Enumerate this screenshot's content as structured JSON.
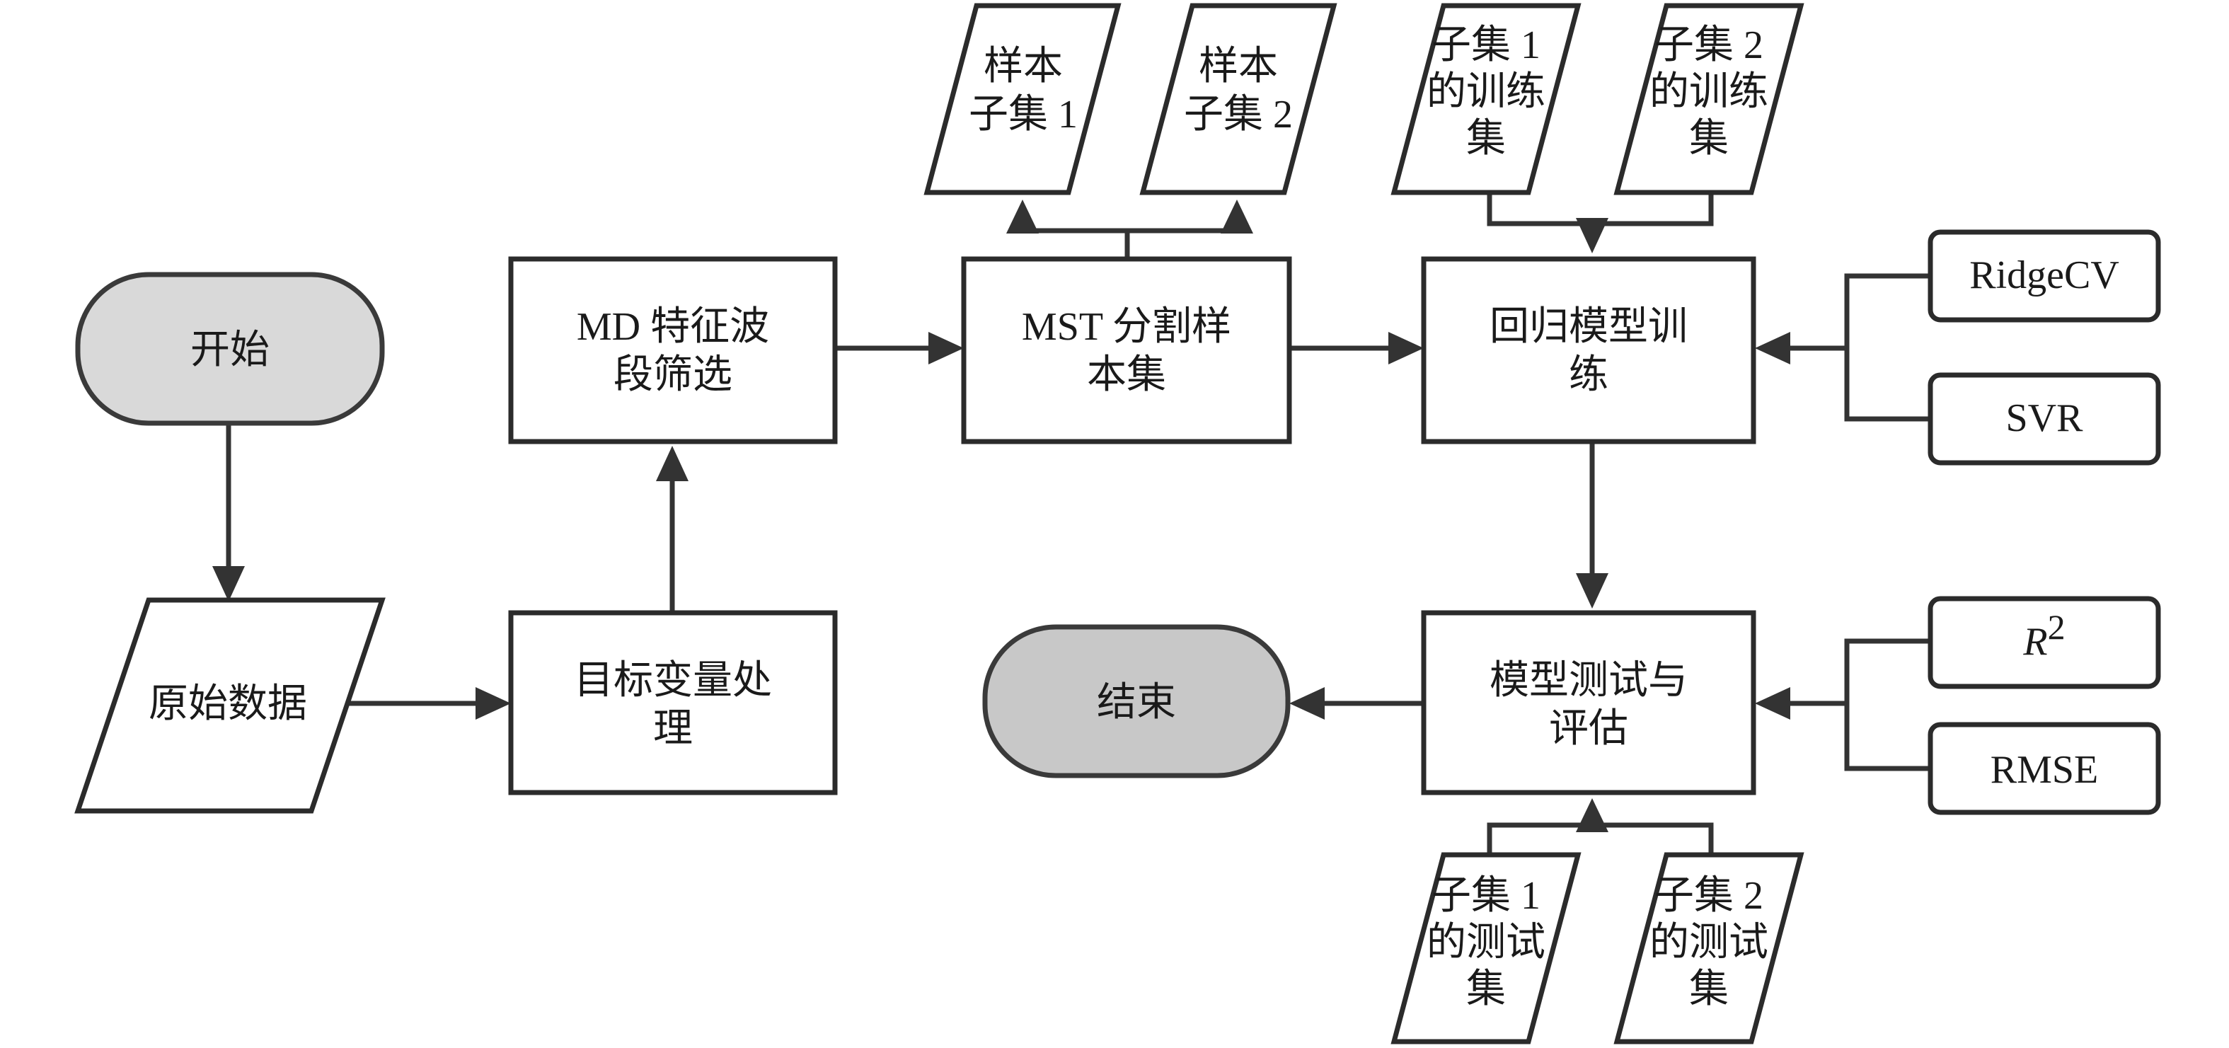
{
  "nodes": {
    "start": {
      "label": "开始"
    },
    "end": {
      "label": "结束"
    },
    "raw_data": {
      "label": "原始数据"
    },
    "target_processing": {
      "lines": [
        "目标变量处",
        "理"
      ]
    },
    "md_selection": {
      "lines": [
        "MD 特征波",
        "段筛选"
      ]
    },
    "mst_split": {
      "lines": [
        "MST 分割样",
        "本集"
      ]
    },
    "regression_training": {
      "lines": [
        "回归模型训",
        "练"
      ]
    },
    "model_testing": {
      "lines": [
        "模型测试与",
        "评估"
      ]
    },
    "sample_subset_1": {
      "lines": [
        "样本",
        "子集 1"
      ]
    },
    "sample_subset_2": {
      "lines": [
        "样本",
        "子集 2"
      ]
    },
    "train_set_1": {
      "lines": [
        "子集 1",
        "的训练",
        "集"
      ]
    },
    "train_set_2": {
      "lines": [
        "子集 2",
        "的训练",
        "集"
      ]
    },
    "test_set_1": {
      "lines": [
        "子集 1",
        "的测试",
        "集"
      ]
    },
    "test_set_2": {
      "lines": [
        "子集 2",
        "的测试",
        "集"
      ]
    },
    "model_ridgecv": {
      "label": "RidgeCV"
    },
    "model_svr": {
      "label": "SVR"
    },
    "metric_r2": {
      "base": "R",
      "sup": "2"
    },
    "metric_rmse": {
      "label": "RMSE"
    }
  },
  "colors": {
    "terminal_start_fill": "#d9d9d9",
    "terminal_end_fill": "#c8c8c8",
    "stroke": "#2b2b2b"
  }
}
